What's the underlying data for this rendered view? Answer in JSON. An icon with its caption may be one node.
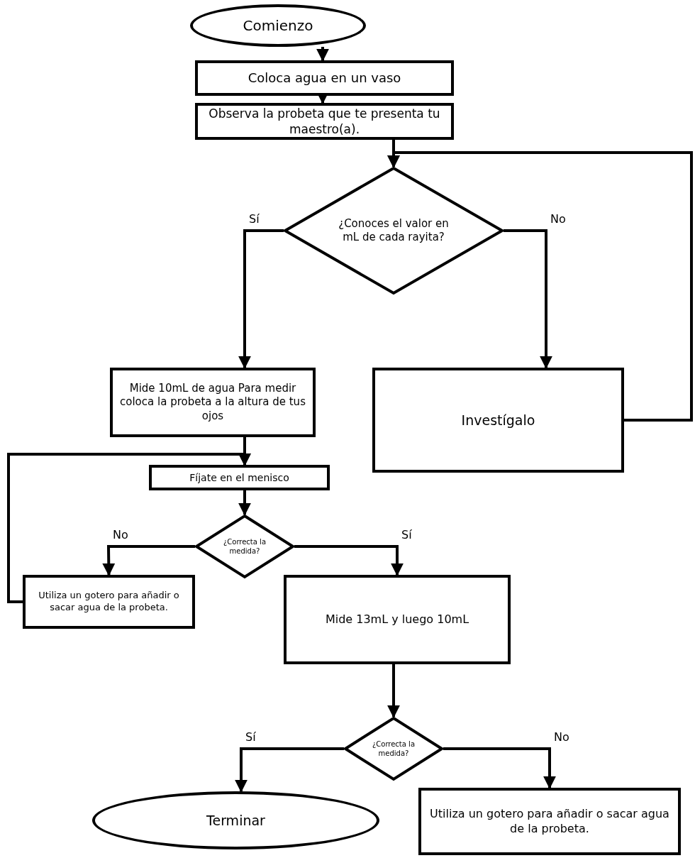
{
  "diagram": {
    "nodes": [
      {
        "text": [
          "Comienzo"
        ]
      },
      {
        "text": [
          "Coloca agua en un vaso"
        ]
      },
      {
        "text": [
          "Observa la probeta que te presenta tu maestro(a)."
        ]
      },
      {
        "text": [
          "¿Conoces el valor en mL de cada rayita?"
        ]
      },
      {
        "text": [
          "Mide 10mL de agua Para medir coloca la probeta a la altura de tus ojos"
        ]
      },
      {
        "text": [
          "Investígalo"
        ]
      },
      {
        "text": [
          "Fíjate en el menisco"
        ]
      },
      {
        "text": [
          "¿Correcta la medida?"
        ]
      },
      {
        "text": [
          "Utiliza un gotero para añadir o sacar agua de la probeta."
        ]
      },
      {
        "text": [
          "Mide 13mL y luego 10mL"
        ]
      },
      {
        "text": [
          "¿Correcta la medida?"
        ]
      },
      {
        "text": [
          "Terminar"
        ]
      },
      {
        "text": [
          "Utiliza un gotero para añadir o sacar agua de la probeta."
        ]
      }
    ],
    "edges": [
      {
        "from": 0,
        "to": 1,
        "arrow": "to"
      },
      {
        "from": 1,
        "to": 2,
        "arrow": "to"
      },
      {
        "from": 2,
        "to": 3,
        "arrow": "to"
      },
      {
        "from": 3,
        "to": 4,
        "label": "Sí",
        "arrow": "to"
      },
      {
        "from": 3,
        "to": 5,
        "label": "No",
        "arrow": "to"
      },
      {
        "from": 5,
        "to": 3,
        "arrow": "to"
      },
      {
        "from": 4,
        "to": 6,
        "arrow": "to"
      },
      {
        "from": 6,
        "to": 7,
        "arrow": "to"
      },
      {
        "from": 7,
        "to": 8,
        "label": "No",
        "arrow": "to"
      },
      {
        "from": 7,
        "to": 9,
        "label": "Sí",
        "arrow": "to"
      },
      {
        "from": 8,
        "to": 6,
        "arrow": "to"
      },
      {
        "from": 9,
        "to": 10,
        "arrow": "to"
      },
      {
        "from": 10,
        "to": 11,
        "label": "Sí",
        "arrow": "to"
      },
      {
        "from": 10,
        "to": 12,
        "label": "No",
        "arrow": "to"
      }
    ]
  }
}
